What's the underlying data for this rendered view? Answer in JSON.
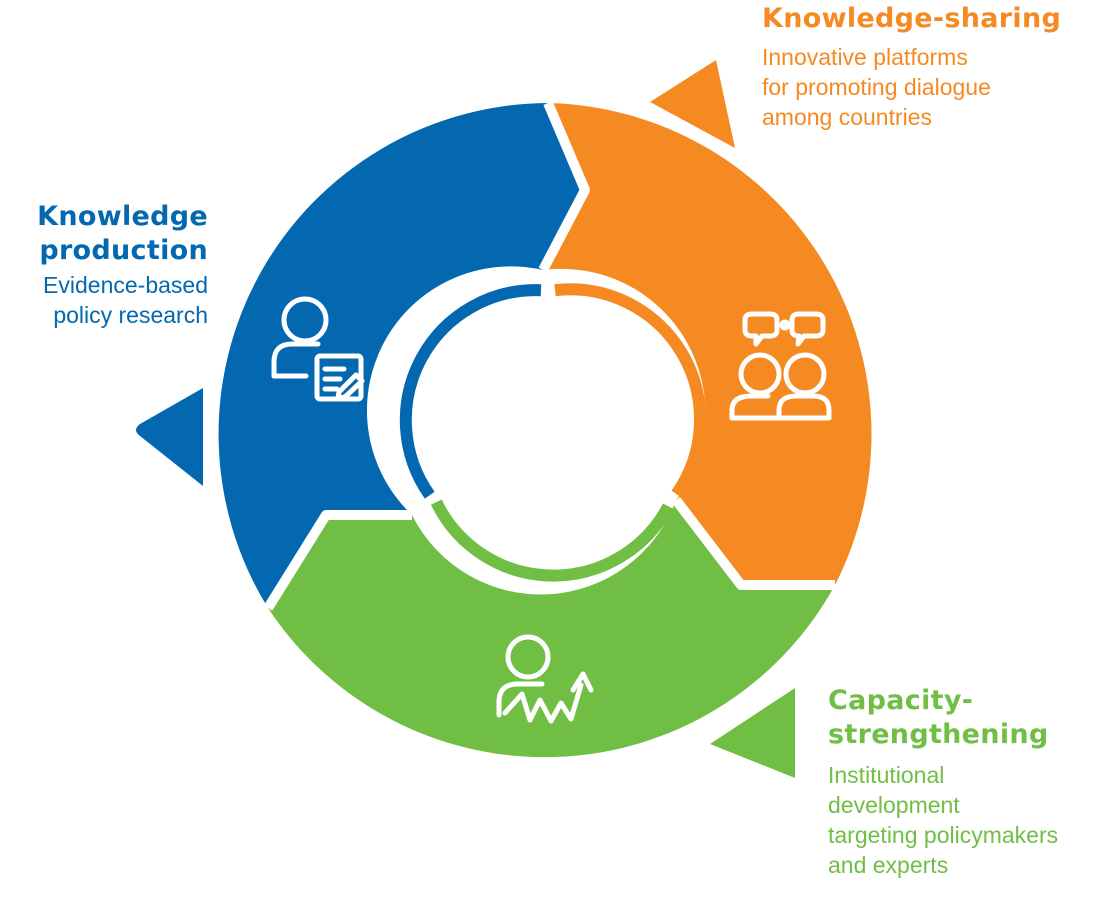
{
  "colors": {
    "production": "#0468B1",
    "sharing": "#F58A22",
    "capacity": "#71BE45",
    "background": "#FFFFFF"
  },
  "segments": [
    {
      "id": "production",
      "title_lines": [
        "Knowledge",
        "production"
      ],
      "description_lines": [
        "Evidence-based",
        "policy research"
      ],
      "icon": "person-with-document-icon"
    },
    {
      "id": "sharing",
      "title_lines": [
        "Knowledge-sharing"
      ],
      "description_lines": [
        "Innovative platforms",
        "for promoting dialogue",
        "among countries"
      ],
      "icon": "two-people-speech-bubbles-icon"
    },
    {
      "id": "capacity",
      "title_lines": [
        "Capacity-",
        "strengthening"
      ],
      "description_lines": [
        "Institutional",
        "development",
        "targeting policymakers",
        "and experts"
      ],
      "icon": "person-with-growth-chart-icon"
    }
  ]
}
